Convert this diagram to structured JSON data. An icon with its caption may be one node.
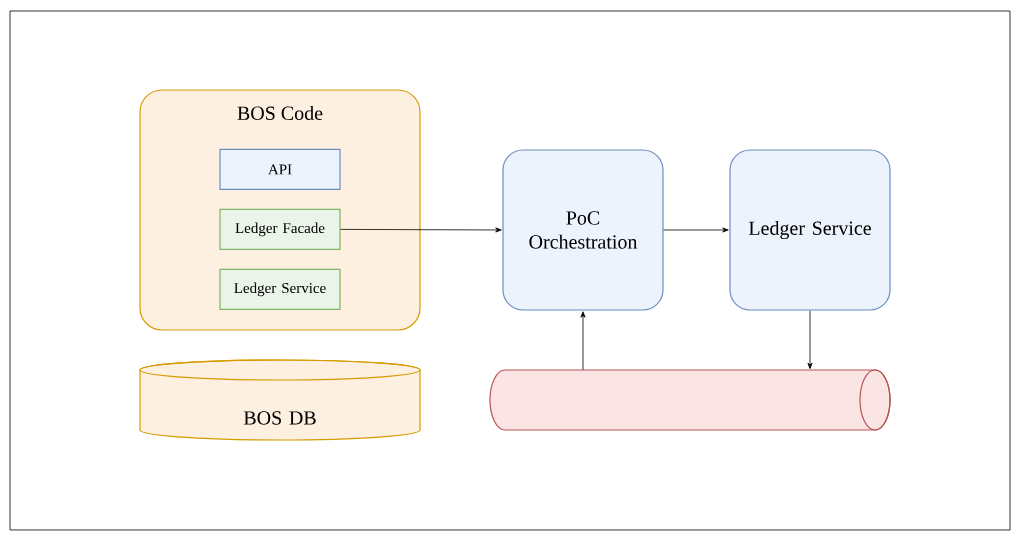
{
  "diagram": {
    "nodes": [
      {
        "text": [
          "BOS Code"
        ]
      },
      {
        "text": [
          "API"
        ],
        "in": 0
      },
      {
        "text": [
          "Ledger Facade"
        ],
        "in": 0
      },
      {
        "text": [
          "Ledger Service"
        ],
        "in": 0
      },
      {
        "text": [
          "BOS DB"
        ]
      },
      {
        "text": [
          "PoC Orchestration"
        ]
      },
      {
        "text": [
          "Ledger Service"
        ]
      },
      {
        "text": [],
        "shape": "cylinder"
      }
    ],
    "edges": [
      {
        "from": 2,
        "to": 5,
        "arrow": "to"
      },
      {
        "from": 5,
        "to": 6,
        "arrow": "to"
      },
      {
        "from": 7,
        "to": 5,
        "arrow": "to"
      },
      {
        "from": 6,
        "to": 7,
        "arrow": "to"
      }
    ]
  }
}
